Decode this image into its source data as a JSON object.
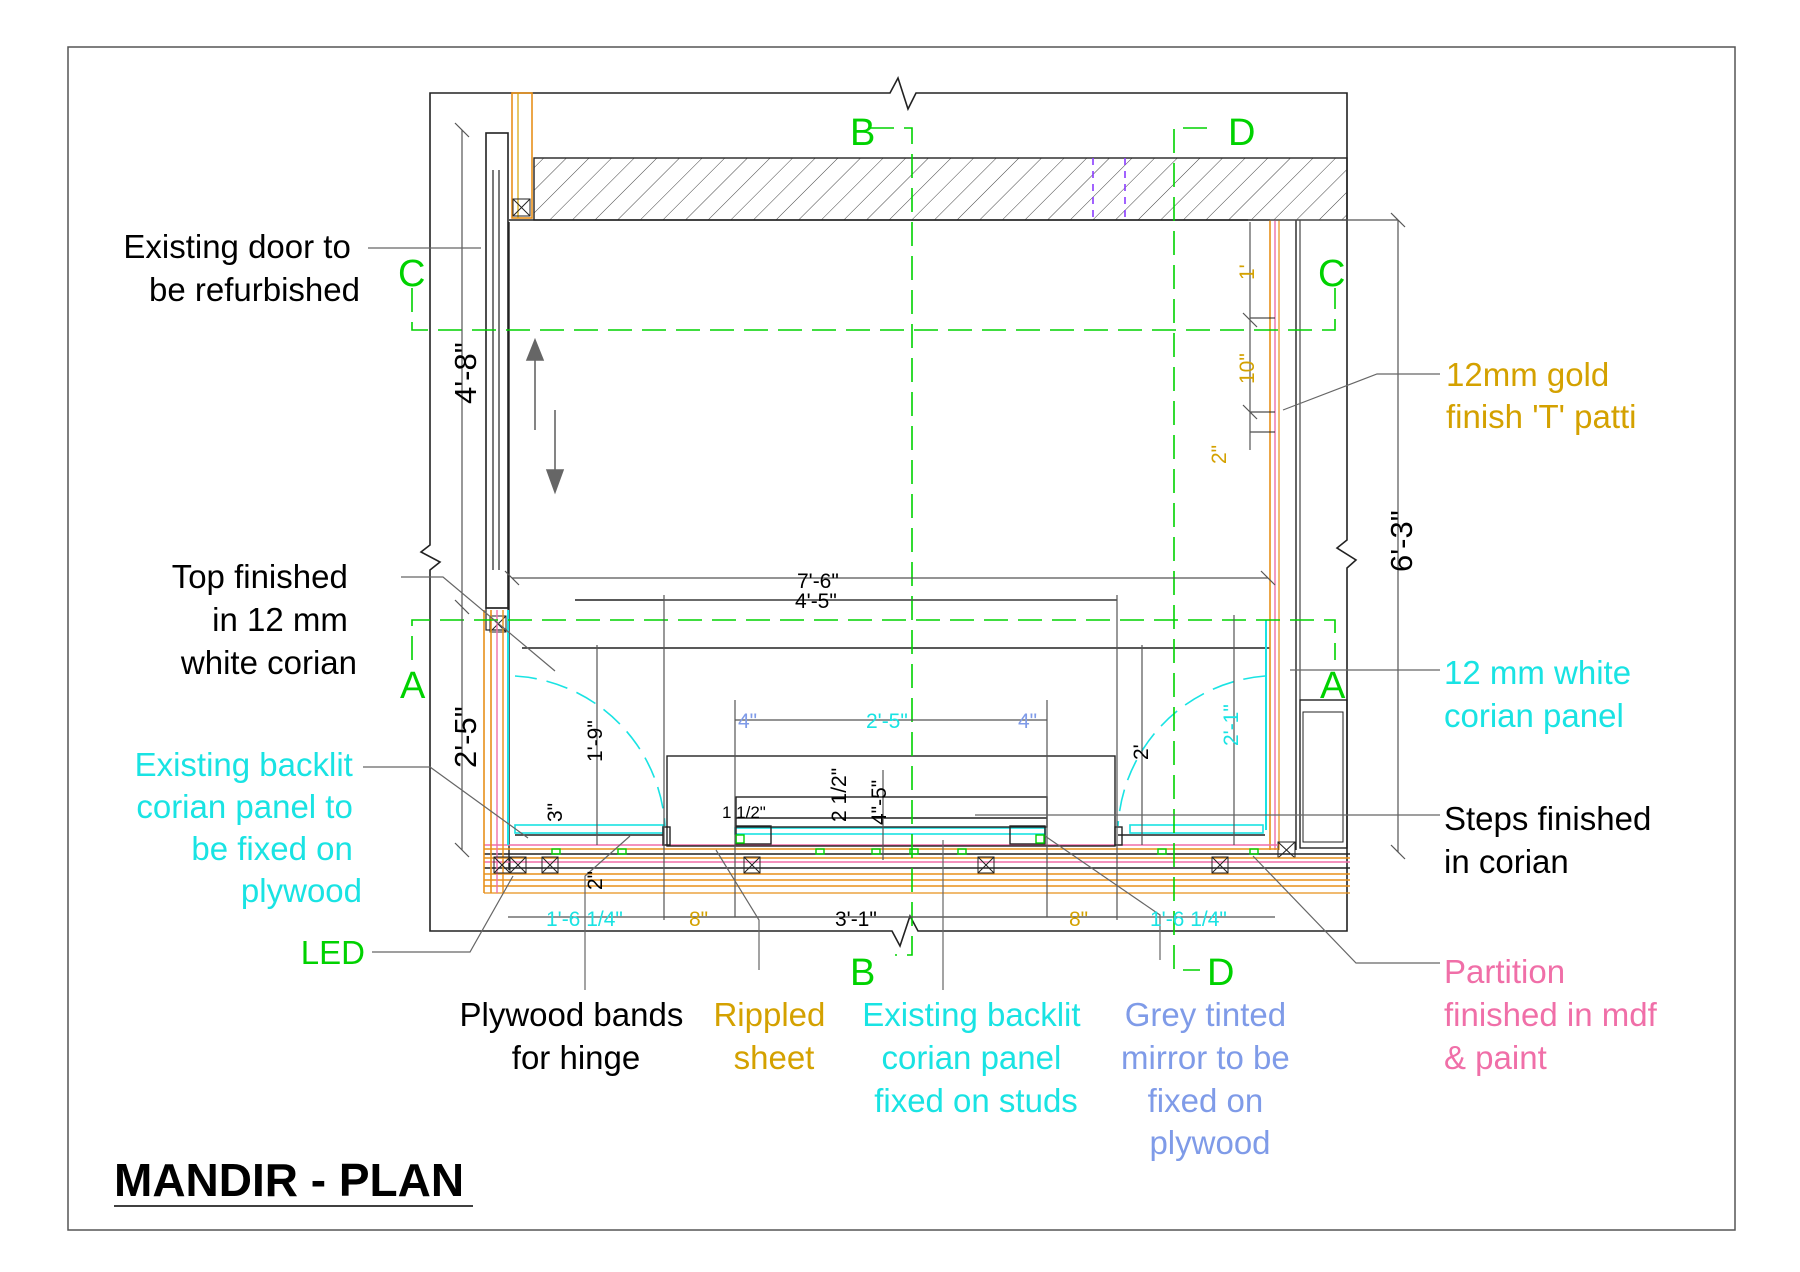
{
  "title": "MANDIR - PLAN",
  "colors": {
    "black": "#000000",
    "green": "#00d200",
    "cyan": "#19e3e3",
    "gold": "#d4a100",
    "blue": "#7f9be8",
    "pink": "#f06fa8",
    "orange": "#e8901a",
    "purple": "#8a3cff",
    "grey": "#6e6e6e"
  },
  "section_markers": {
    "a": "A",
    "b": "B",
    "c": "C",
    "d": "D"
  },
  "notes": {
    "door": [
      "Existing door to",
      "be refurbished"
    ],
    "top": [
      "Top finished",
      "in 12 mm",
      "white corian"
    ],
    "backlit_left": [
      "Existing backlit",
      "corian panel to",
      "be fixed on",
      "plywood"
    ],
    "led": "LED",
    "plywood_bands": [
      "Plywood bands",
      "for hinge"
    ],
    "rippled": [
      "Rippled",
      "sheet"
    ],
    "backlit_bottom": [
      "Existing backlit",
      "corian panel",
      "fixed on studs"
    ],
    "mirror": [
      "Grey tinted",
      "mirror to be",
      "fixed on",
      "plywood"
    ],
    "t_patti": [
      "12mm gold",
      "finish 'T' patti"
    ],
    "corian_panel": [
      "12 mm white",
      "corian panel"
    ],
    "steps": [
      "Steps finished",
      "in corian"
    ],
    "partition": [
      "Partition",
      "finished in mdf",
      "& paint"
    ]
  },
  "dimensions": {
    "overall_width": "7'-6\"",
    "inner_width": "4'-5\"",
    "door_height": "4'-8\"",
    "lower_left": "2'-5\"",
    "right_total": "6'-3\"",
    "right_1": "1'",
    "right_10": "10\"",
    "right_2": "2\"",
    "left_1_9": "1'-9\"",
    "right_2_1": "2'-1\"",
    "shutter_2": "2'",
    "left_3": "3\"",
    "left_2": "2\"",
    "top_4_left": "4\"",
    "top_2_5": "2'-5\"",
    "top_4_right": "4\"",
    "step_2_half": "2 1/2\"",
    "step_4_5": "4\"-5\"",
    "step_1_half": "1 1/2\"",
    "bottom_left": "1'-6 1/4\"",
    "bottom_8_left": "8\"",
    "bottom_center": "3'-1\"",
    "bottom_8_right": "8\"",
    "bottom_right": "1'-6 1/4\""
  }
}
